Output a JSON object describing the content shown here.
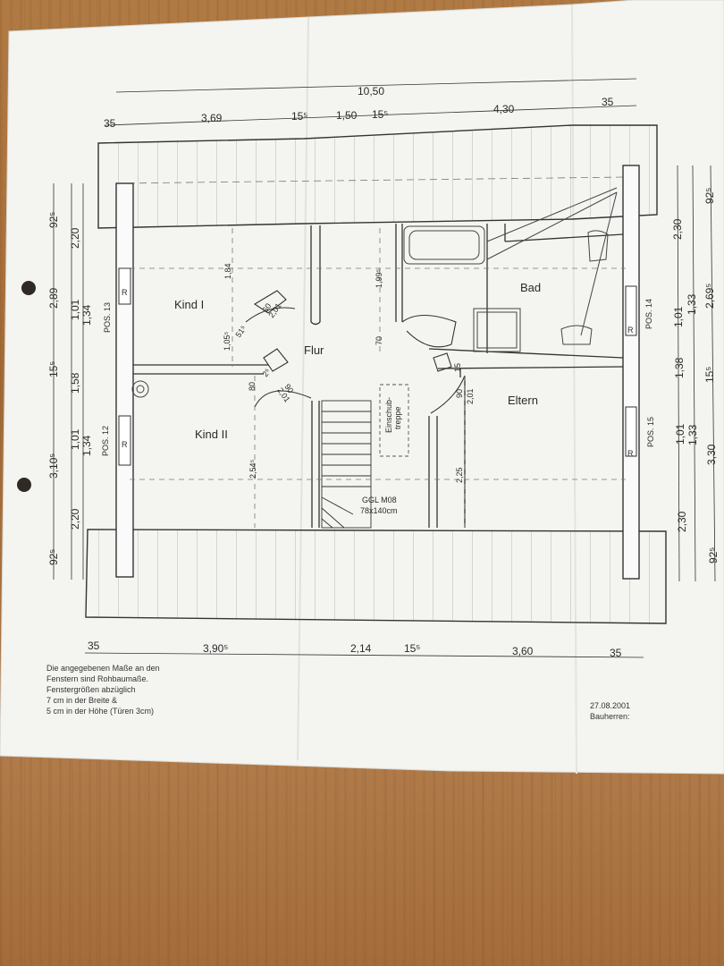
{
  "rooms": {
    "kind1": "Kind I",
    "kind2": "Kind II",
    "flur": "Flur",
    "bad": "Bad",
    "eltern": "Eltern"
  },
  "stair": {
    "einschub": "Einschub-",
    "treppe": "treppe",
    "ggl": "GGL M08",
    "size": "78x140cm"
  },
  "windows": {
    "pos13": "POS. 13",
    "pos12": "POS. 12",
    "pos14": "POS. 14",
    "pos15": "POS. 15",
    "r": "R"
  },
  "top_dims": {
    "total": "10,50",
    "d35l": "35",
    "d369": "3,69",
    "d155a": "15⁵",
    "d150": "1,50",
    "d155b": "15⁵",
    "d430": "4,30",
    "d35r": "35"
  },
  "bottom_dims": {
    "d35l": "35",
    "d3905": "3,90⁵",
    "d214": "2,14",
    "d155": "15⁵",
    "d360": "3,60",
    "d35r": "35"
  },
  "left_dims": {
    "a925top": "92⁵",
    "a289": "2,89",
    "a155": "15⁵",
    "a3105": "3,10⁵",
    "a925bot": "92⁵",
    "b220top": "2,20",
    "b101a": "1,01",
    "b158": "1,58",
    "b101b": "1,01",
    "b220bot": "2,20",
    "c134a": "1,34",
    "c134b": "1,34"
  },
  "right_dims": {
    "a230top": "2,30",
    "a101a": "1,01",
    "a138": "1,38",
    "a101b": "1,01",
    "a230bot": "2,30",
    "b133a": "1,33",
    "b133b": "1,33",
    "c925top": "92⁵",
    "c2695": "2,69⁵",
    "c155": "15⁵",
    "c330": "3,30",
    "c925bot": "92⁵"
  },
  "inner_dims": {
    "h184": "1,84",
    "h105": "1,05⁵",
    "h80": "80",
    "h254": "2,54⁵",
    "h199": "1,99⁵",
    "h70": "70",
    "h90": "90",
    "h201": "2,01",
    "h225": "2,25",
    "h15": "15",
    "d60": "60",
    "d201": "2,01",
    "d51": "51⁵",
    "d2": "2⁵",
    "d90": "90",
    "d201b": "2,01"
  },
  "notes": {
    "l1": "Die angegebenen Maße an den",
    "l2": "Fenstern sind Rohbaumaße.",
    "l3": "Fenstergrößen abzüglich",
    "l4": "7 cm in der Breite &",
    "l5": "5 cm in der Höhe (Türen 3cm)",
    "date": "27.08.2001",
    "bauherren": "Bauherren:"
  }
}
